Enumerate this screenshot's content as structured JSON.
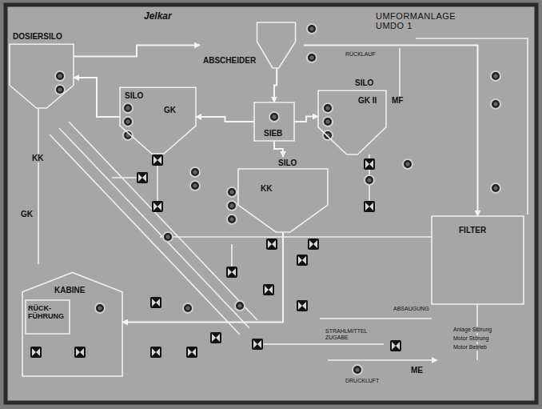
{
  "diagram": {
    "title": "UMFORMANLAGE UMDO 1",
    "nodes": [
      {
        "text": [
          "DOSIERSILO"
        ]
      },
      {
        "text": [
          "ABSCHEIDER"
        ]
      },
      {
        "text": [
          "SILO",
          "GK"
        ]
      },
      {
        "text": [
          "SIEB"
        ]
      },
      {
        "text": [
          "SILO",
          "GK II"
        ]
      },
      {
        "text": [
          "SILO",
          "KK"
        ]
      },
      {
        "text": [
          "FILTER"
        ]
      },
      {
        "text": [
          "KABINE"
        ]
      },
      {
        "text": [
          "RÜCK- FÜHRUNG"
        ],
        "in": 7
      }
    ],
    "edges": [
      {
        "from": 0,
        "to": 1,
        "arrow": "to"
      },
      {
        "from": 1,
        "to": 3,
        "arrow": "to"
      },
      {
        "from": 3,
        "to": 2,
        "arrow": "to"
      },
      {
        "from": 3,
        "to": 4,
        "arrow": "to"
      },
      {
        "from": 3,
        "to": 5,
        "arrow": "to"
      },
      {
        "from": 1,
        "to": 6,
        "arrow": "to"
      },
      {
        "from": 5,
        "to": 7,
        "arrow": "to"
      },
      {
        "from": 2,
        "to": 0,
        "arrow": "to"
      }
    ],
    "labels": [
      "Jelkar",
      "RÜCKLAUF",
      "MF",
      "KK",
      "GK",
      "ABSAUGUNG",
      "ME",
      "STRAHLMITTEL ZUGABE",
      "DRUCKLUFT",
      "Anlage Störung",
      "Motor Störung",
      "Motor Betrieb"
    ]
  }
}
